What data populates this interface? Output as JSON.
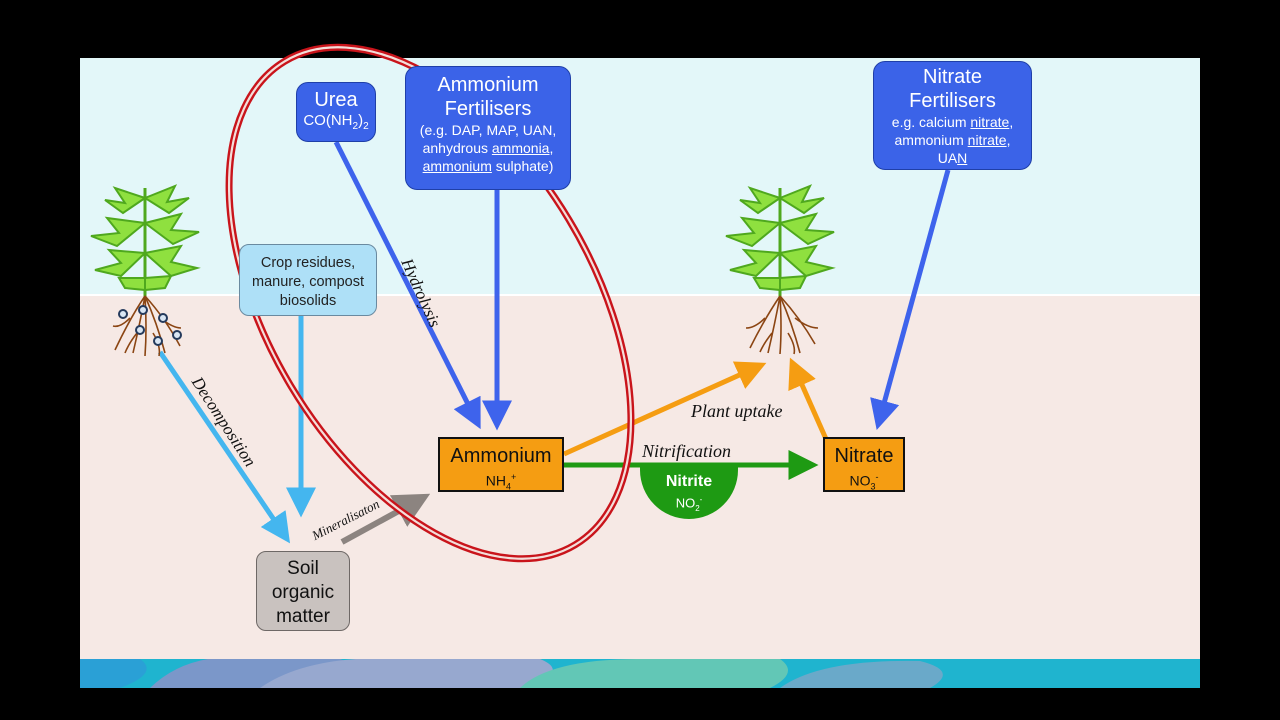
{
  "nodes": {
    "urea": {
      "title": "Urea",
      "formula_pre": "CO(NH",
      "formula_sub": "2",
      "formula_post": ")",
      "formula_sub2": "2"
    },
    "ammonium_fert": {
      "title_line1": "Ammonium",
      "title_line2": "Fertilisers",
      "ex1_a": "(e.g. DAP, MAP, UAN,",
      "ex2_a": "anhydrous ",
      "ex2_u": "ammonia",
      "ex2_b": ",",
      "ex3_u": "ammonium",
      "ex3_b": " sulphate)"
    },
    "nitrate_fert": {
      "title_line1": "Nitrate",
      "title_line2": "Fertilisers",
      "ex1_a": "e.g. calcium ",
      "ex1_u": "nitrate",
      "ex1_b": ",",
      "ex2_a": "ammonium ",
      "ex2_u": "nitrate",
      "ex2_b": ",",
      "ex3_a": "UA",
      "ex3_u": "N"
    },
    "crop_residues": {
      "line1": "Crop residues,",
      "line2": "manure, compost",
      "line3": "biosolids"
    },
    "soil_om": {
      "line1": "Soil",
      "line2": "organic",
      "line3": "matter"
    },
    "ammonium": {
      "title": "Ammonium",
      "formula": "NH",
      "sub": "4",
      "sup": "+"
    },
    "nitrite": {
      "title": "Nitrite",
      "formula": "NO",
      "sub": "2",
      "sup": "-"
    },
    "nitrate": {
      "title": "Nitrate",
      "formula": "NO",
      "sub": "3",
      "sup": "-"
    }
  },
  "process_labels": {
    "hydrolysis": "Hydrolysis",
    "decomposition": "Decomposition",
    "mineralisation": "Mineralisaton",
    "nitrification": "Nitrification",
    "plant_uptake": "Plant uptake"
  },
  "colors": {
    "sky": "#e3f7f9",
    "soil": "#f6e9e5",
    "blue_arrow": "#3e63ec",
    "light_blue_arrow": "#44b6ef",
    "orange": "#f59d12",
    "green": "#1e9a13",
    "grey_arrow": "#8c8480",
    "highlight_ellipse": "#c9141b"
  }
}
